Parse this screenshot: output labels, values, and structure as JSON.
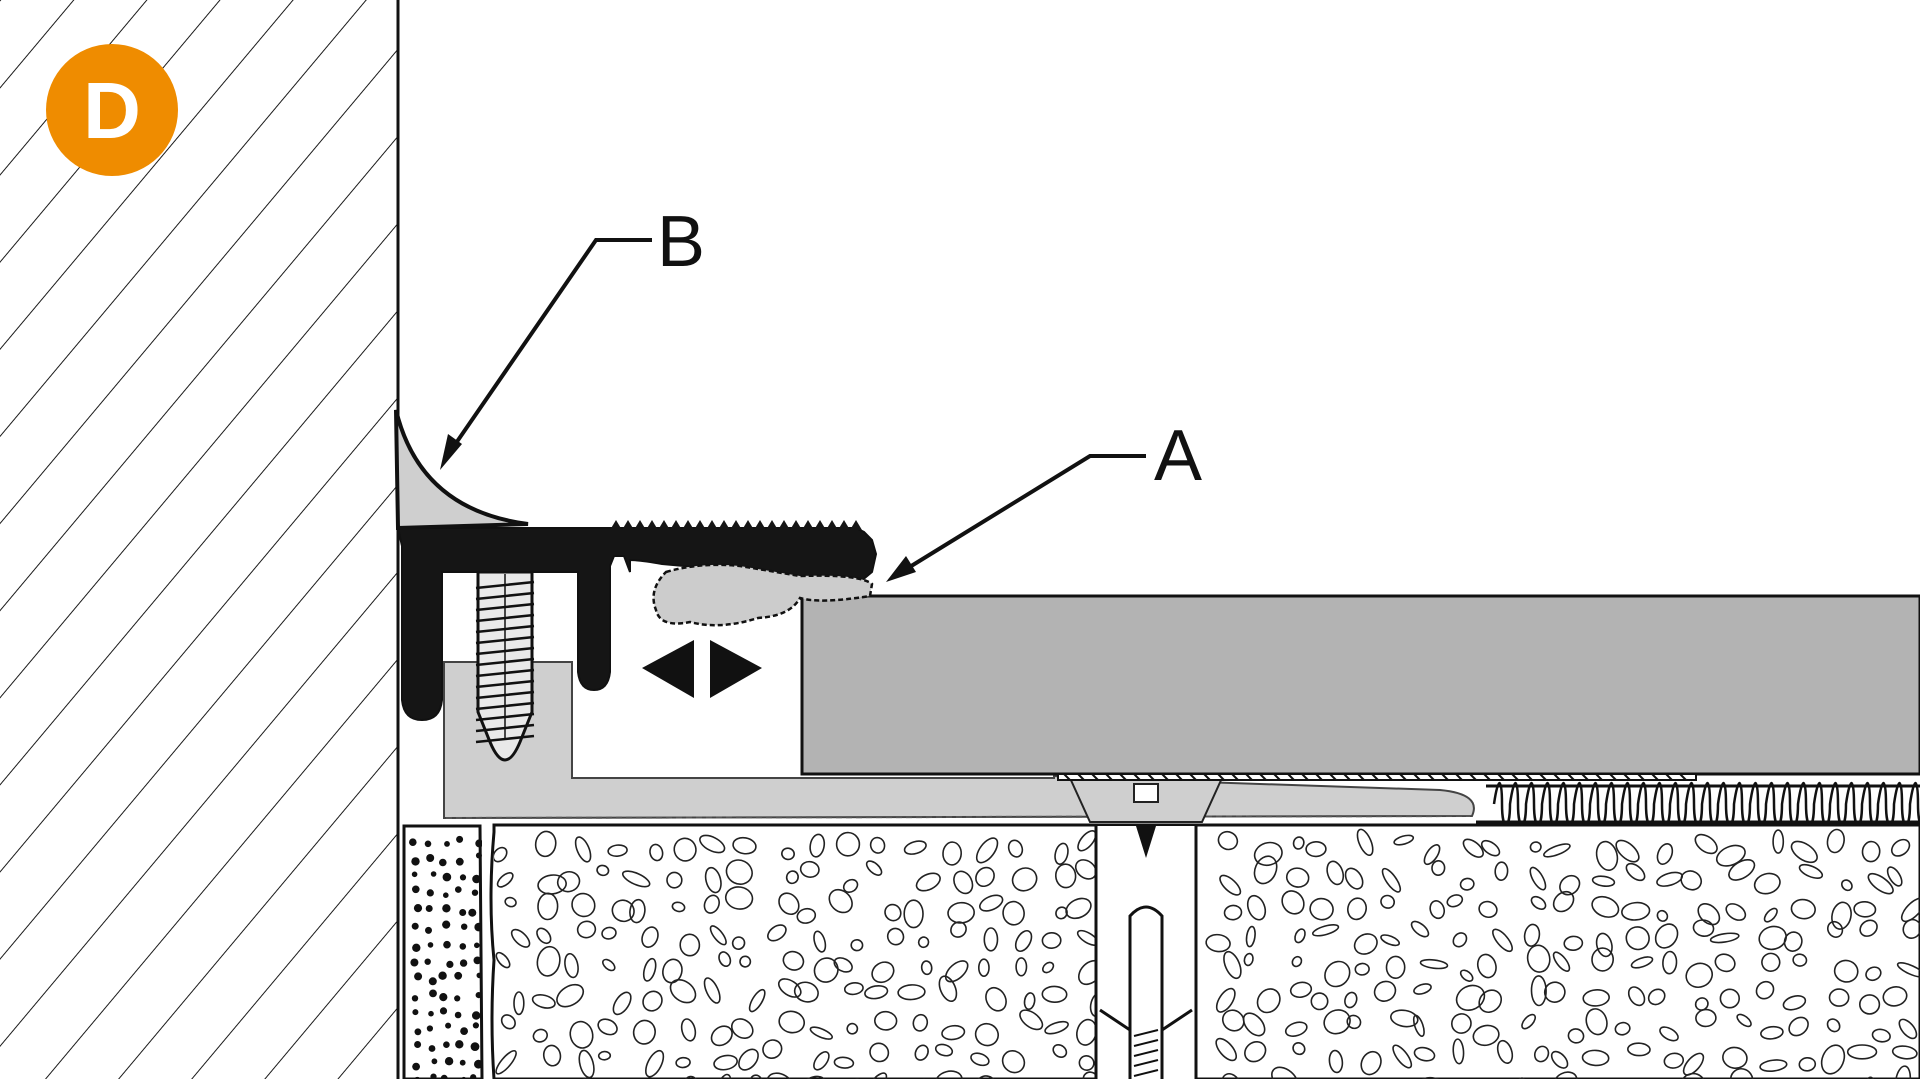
{
  "badge": {
    "letter": "D",
    "color": "#ef8c00"
  },
  "callouts": [
    {
      "id": "b",
      "label": "B"
    },
    {
      "id": "a",
      "label": "A"
    }
  ],
  "colors": {
    "line": "#111111",
    "profile_dark": "#151515",
    "profile_light": "#cfcfcf",
    "tile": "#b3b3b3",
    "sealant": "#cccccc",
    "background": "#ffffff"
  },
  "icons": [
    "hatch-pattern",
    "screw-icon",
    "movement-arrows-icon",
    "anchor-dowel-icon",
    "insulation-wave",
    "gravel-pattern"
  ]
}
